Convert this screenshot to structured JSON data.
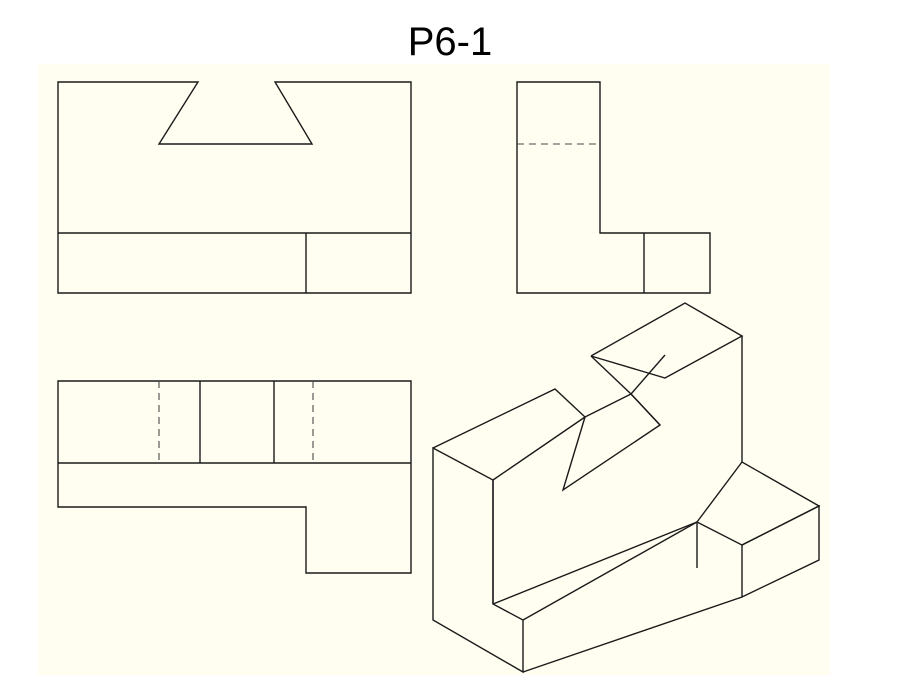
{
  "title": "P6-1",
  "colors": {
    "sheet_background": "#fffef1",
    "line": "#1a1a1a",
    "hidden_line": "#4a4a4a"
  },
  "views": [
    "front-view",
    "right-side-view",
    "top-view",
    "isometric-view"
  ]
}
